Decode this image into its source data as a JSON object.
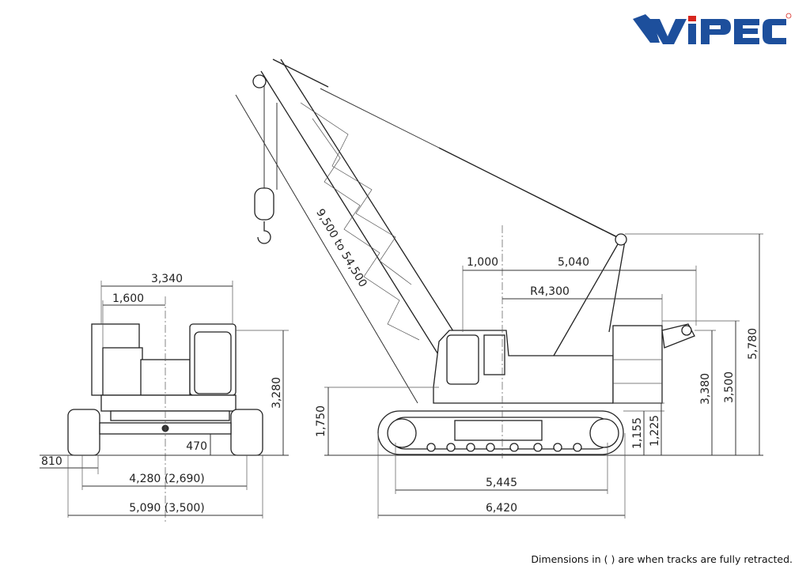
{
  "brand": {
    "logo_text": "VIPEC",
    "color": "#1d4f9c",
    "accent": "#d7261e"
  },
  "front_view": {
    "width_top": "3,340",
    "half_width": "1,600",
    "height": "3,280",
    "ground_clearance": "470",
    "track_width": "810",
    "track_gauge": "4,280 (2,690)",
    "overall_width": "5,090 (3,500)"
  },
  "side_view": {
    "boom_length": "9,500 to 54,500",
    "pivot_offset": "1,000",
    "tail_length": "5,040",
    "tail_radius": "R4,300",
    "cab_height": "1,750",
    "track_height": "1,155",
    "counterweight_clearance": "1,225",
    "gantry_low": "3,380",
    "counterweight_top": "3,500",
    "gantry_high": "5,780",
    "tumbler_distance": "5,445",
    "track_length": "6,420"
  },
  "footer_note": "Dimensions in ( ) are when tracks are fully retracted."
}
